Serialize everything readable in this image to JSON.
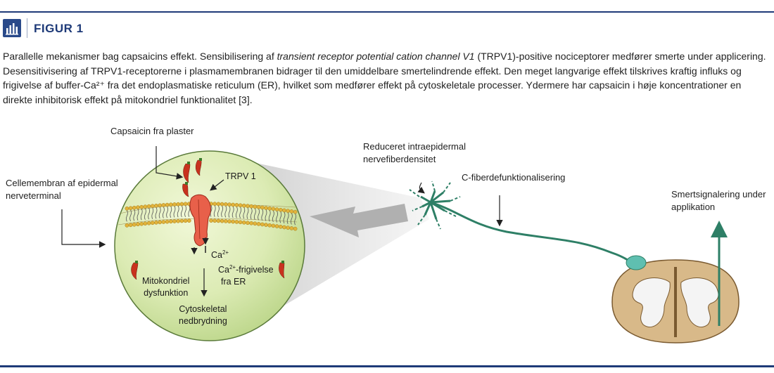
{
  "header": {
    "figure_label": "FIGUR 1"
  },
  "caption": {
    "part1": "Parallelle mekanismer bag capsaicins effekt. Sensibilisering af ",
    "italic": "transient receptor potential cation channel V1",
    "part2": " (TRPV1)-positive nociceptorer medfører smerte under applicering. Desensitivisering af TRPV1-receptorerne i plasmamembranen bidrager til den umiddelbare smertelindrende effekt. Den meget langvarige effekt tilskrives kraftig influks og frigivelse af buffer-Ca²⁺ fra det endoplasmatiske reticulum (ER), hvilket som medfører effekt på cytoskeletale processer. Ydermere har capsaicin i høje koncentrationer en direkte inhibitorisk effekt på mitokondriel funktionalitet [3]."
  },
  "labels": {
    "capsaicin_plaster": "Capsaicin fra plaster",
    "membrane_line1": "Cellemembran af epidermal",
    "membrane_line2": "nerveterminal",
    "trpv1": "TRPV 1",
    "ca": "Ca",
    "ca_sup": "2+",
    "ca_release_pre": "Ca",
    "ca_release_sup": "2+",
    "ca_release_post": "-frigivelse",
    "ca_release_line2": "fra ER",
    "mito_line1": "Mitokondriel",
    "mito_line2": "dysfunktion",
    "cyto_line1": "Cytoskeletal",
    "cyto_line2": "nedbrydning",
    "reduced_line1": "Reduceret intraepidermal",
    "reduced_line2": "nervefiberdensitet",
    "cfiber": "C-fiberdefunktionalisering",
    "pain_line1": "Smertsignalering under",
    "pain_line2": "applikation"
  },
  "colors": {
    "accent": "#1e3a78",
    "circle_fill": "#dcebb4",
    "trpv1": "#e8604a",
    "nerve": "#2e7f66",
    "spinal_cord": "#d8b989",
    "lipid_head": "#e2b33a"
  }
}
